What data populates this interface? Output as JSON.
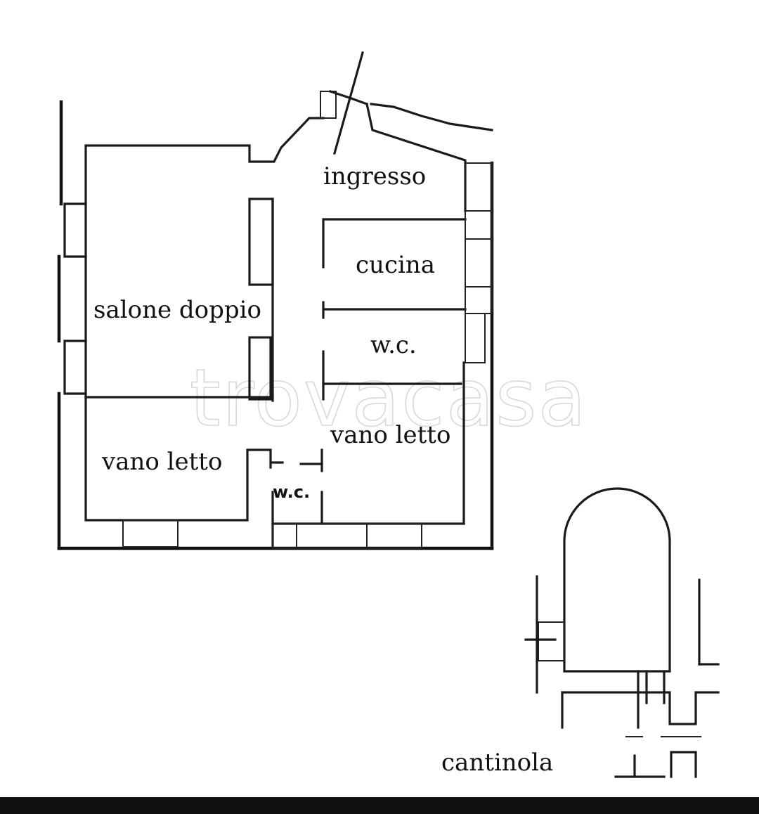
{
  "rooms": {
    "ingresso": "ingresso",
    "cucina": "cucina",
    "salone": "salone doppio",
    "wc_upper": "w.c.",
    "vano_letto_right": "vano letto",
    "vano_letto_left": "vano letto",
    "wc_lower": "w.c.",
    "cantinola": "cantinola"
  },
  "watermark": "trovacasa"
}
